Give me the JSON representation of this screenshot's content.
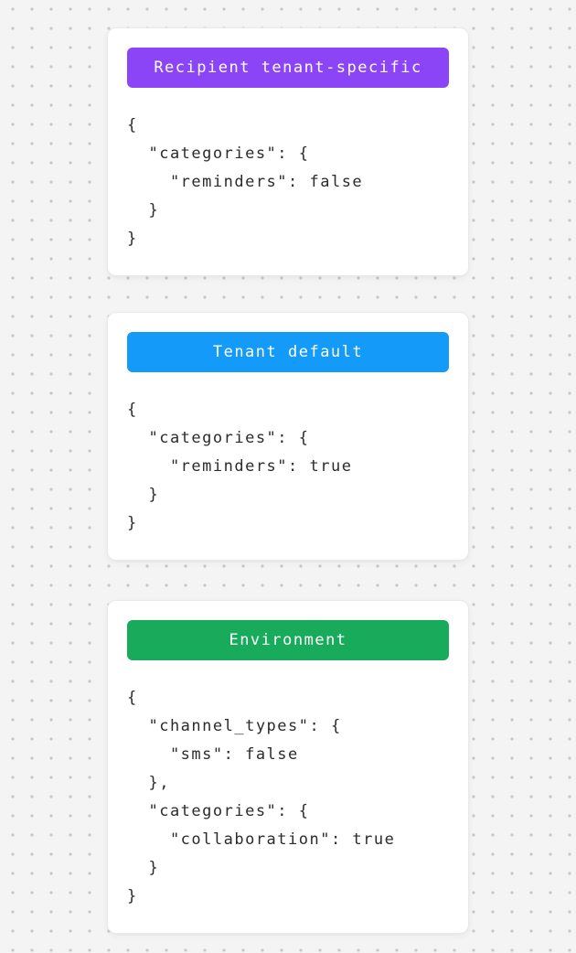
{
  "page": {
    "background_color": "#f4f4f5",
    "dot_color": "#c7c7c9",
    "card_background": "#ffffff",
    "code_text_color": "#2b2b2b"
  },
  "cards": [
    {
      "badge": {
        "label": "Recipient tenant-specific",
        "color": "#8b45f6",
        "text_color": "#ffffff"
      },
      "code": "{\n  \"categories\": {\n    \"reminders\": false\n  }\n}"
    },
    {
      "badge": {
        "label": "Tenant default",
        "color": "#149af8",
        "text_color": "#ffffff"
      },
      "code": "{\n  \"categories\": {\n    \"reminders\": true\n  }\n}"
    },
    {
      "badge": {
        "label": "Environment",
        "color": "#19ab5c",
        "text_color": "#ffffff"
      },
      "code": "{\n  \"channel_types\": {\n    \"sms\": false\n  },\n  \"categories\": {\n    \"collaboration\": true\n  }\n}"
    }
  ]
}
